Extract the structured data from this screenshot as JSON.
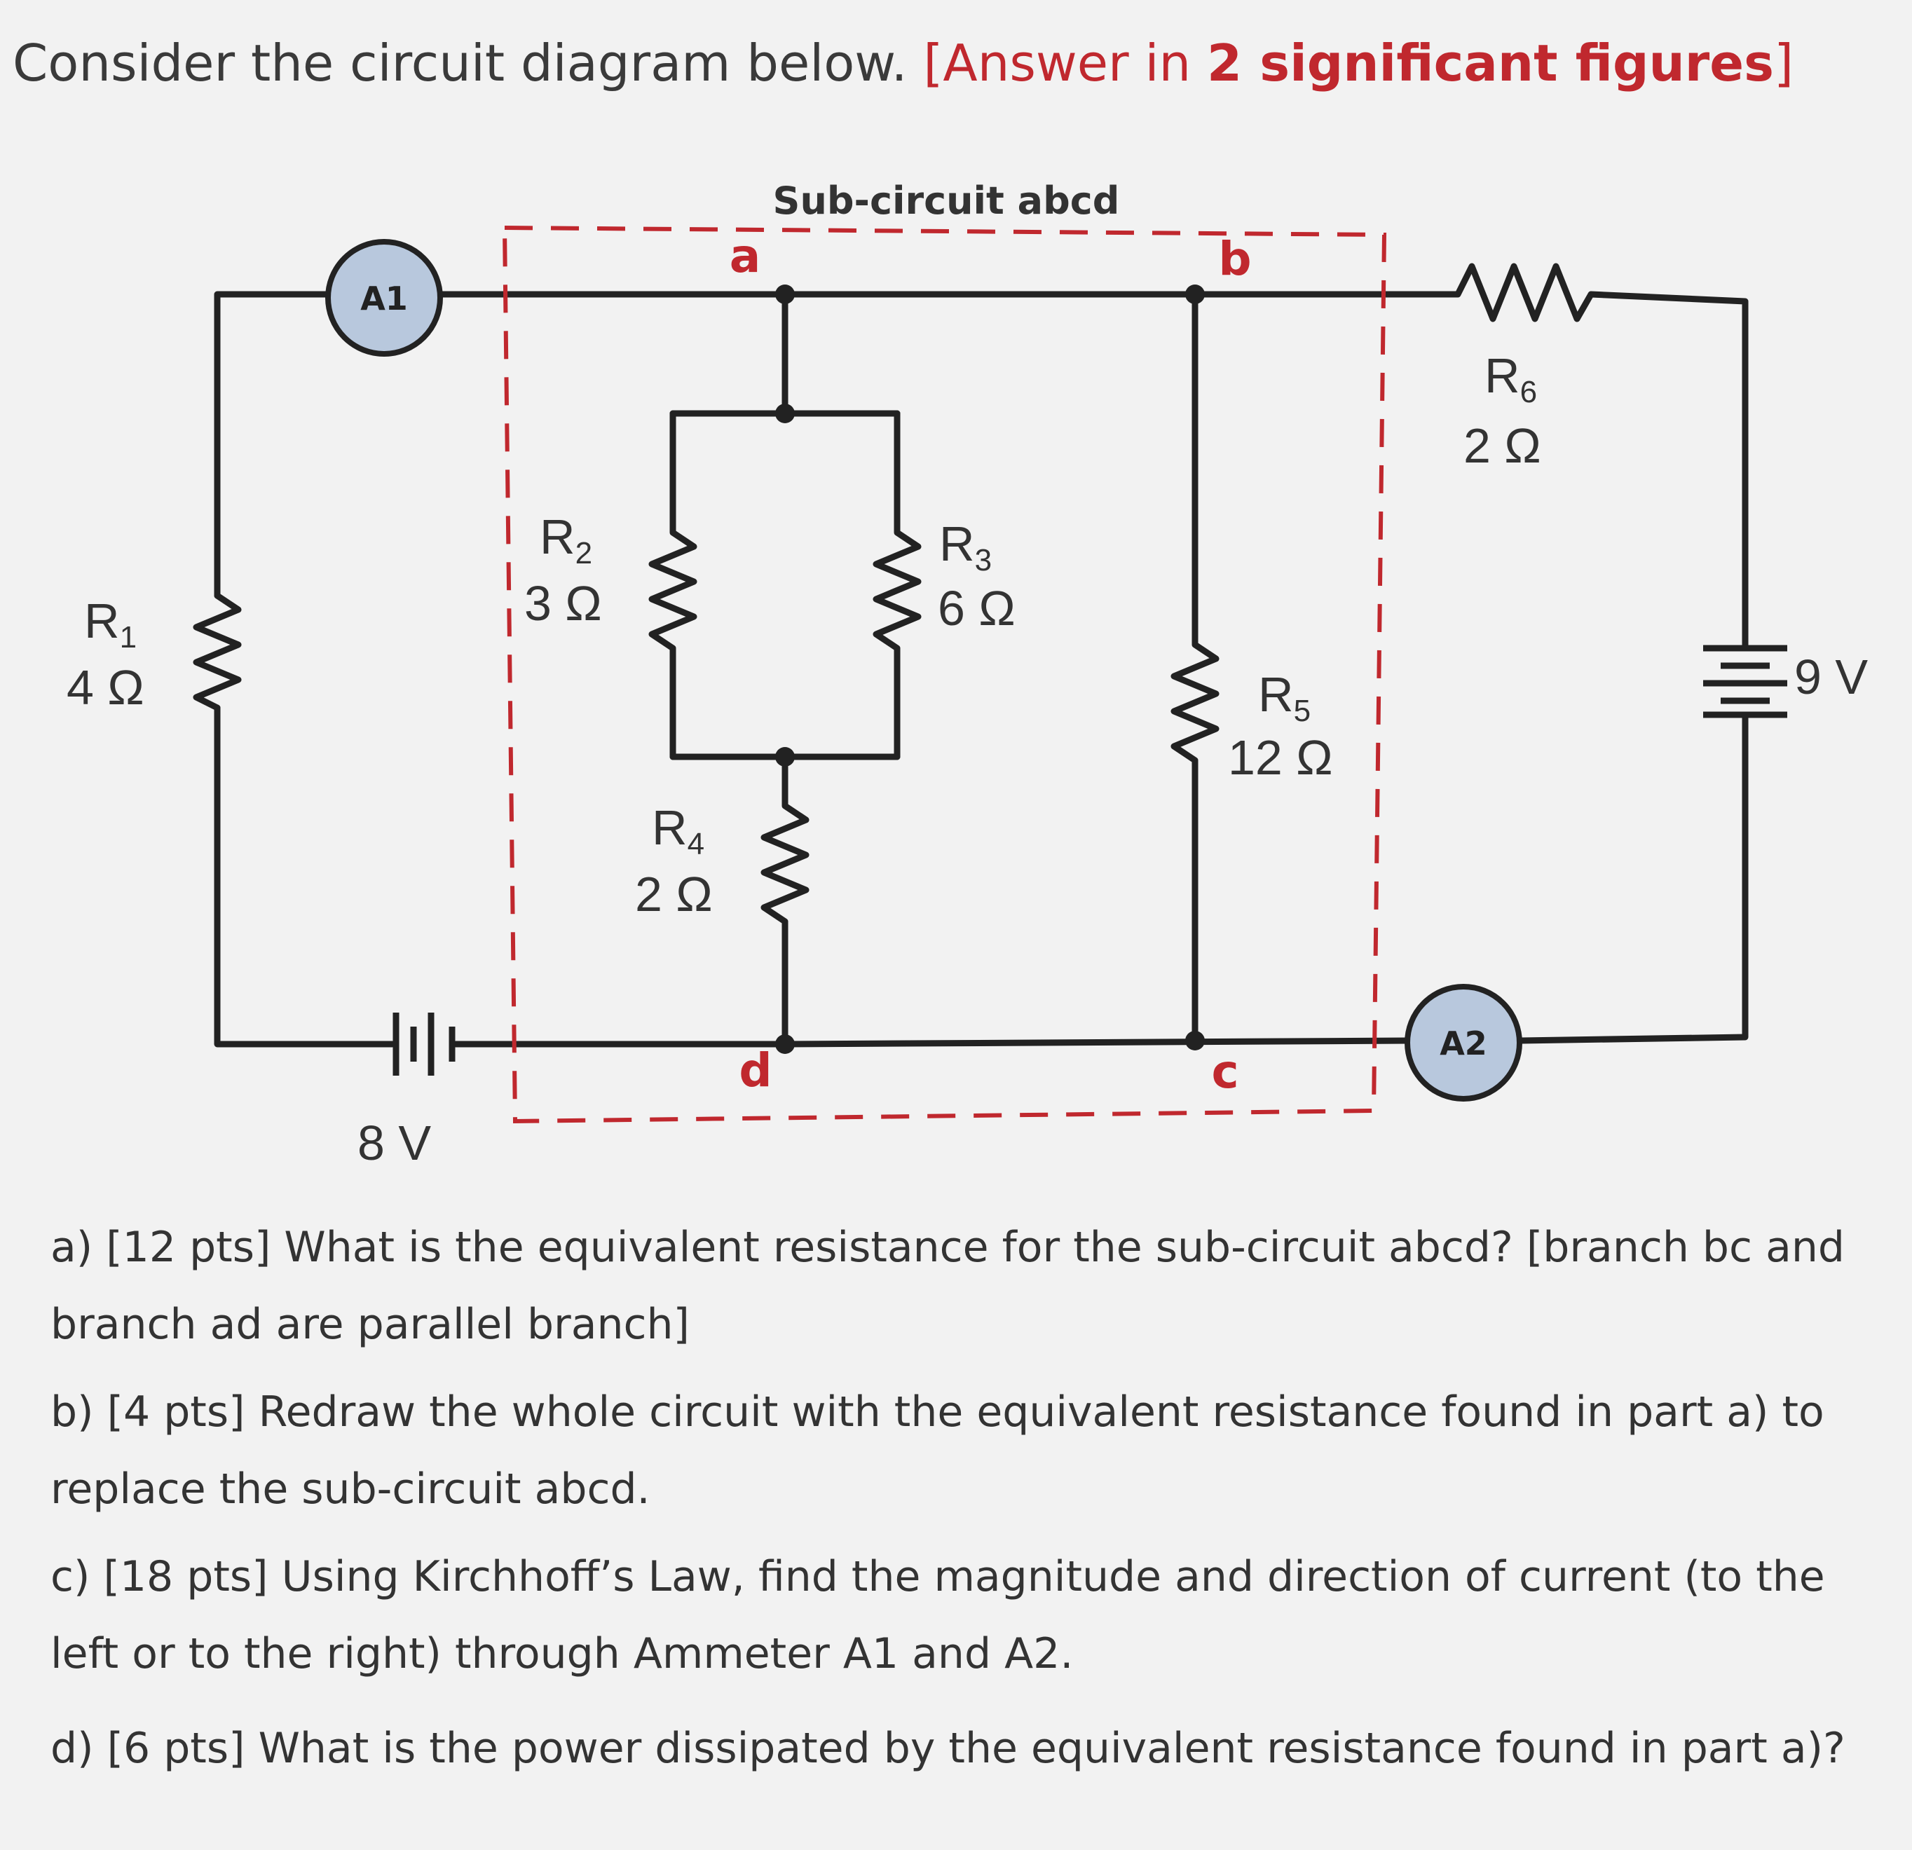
{
  "header": {
    "intro": "Consider the circuit diagram below.",
    "note_open": "[Answer in ",
    "note_num": "2",
    "note_bold": " significant figures",
    "note_close": "]"
  },
  "diagram": {
    "subcircuit_title": "Sub-circuit abcd",
    "nodes": {
      "a": "a",
      "b": "b",
      "c": "c",
      "d": "d"
    },
    "ammeters": {
      "a1": "A1",
      "a2": "A2"
    },
    "resistors": {
      "r1": {
        "name": "R",
        "sub": "1",
        "value": "4 Ω"
      },
      "r2": {
        "name": "R",
        "sub": "2",
        "value": "3 Ω"
      },
      "r3": {
        "name": "R",
        "sub": "3",
        "value": "6 Ω"
      },
      "r4": {
        "name": "R",
        "sub": "4",
        "value": "2 Ω"
      },
      "r5": {
        "name": "R",
        "sub": "5",
        "value": "12 Ω"
      },
      "r6": {
        "name": "R",
        "sub": "6",
        "value": "2 Ω"
      }
    },
    "batteries": {
      "left": "8 V",
      "right": "9 V"
    },
    "colors": {
      "box_dash": "#c0282e",
      "ammeter_fill": "#b8c8dd",
      "wire": "#222222"
    }
  },
  "questions": {
    "a": "a) [12 pts] What is the equivalent resistance for the sub-circuit abcd? [branch bc and branch ad are parallel branch]",
    "b": "b) [4 pts] Redraw the whole circuit with the equivalent resistance found in part a) to replace the sub-circuit abcd.",
    "c": "c) [18 pts] Using Kirchhoff’s Law, find the magnitude and direction of current (to the left or to the right) through Ammeter A1 and A2.",
    "d": "d) [6 pts] What is the power dissipated by the equivalent resistance found in part a)?"
  }
}
